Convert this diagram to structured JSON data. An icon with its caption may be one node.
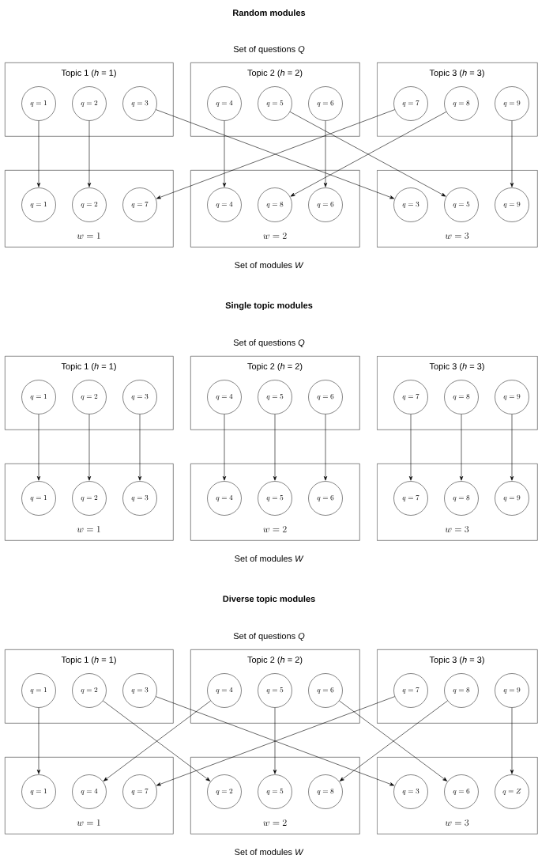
{
  "diagram": {
    "nodes": [
      {
        "text": [
          "Topic 1 (*h* = 1)"
        ]
      },
      {
        "text": [
          "q = 1"
        ],
        "in": 0
      },
      {
        "text": [
          "q = 2"
        ],
        "in": 0
      },
      {
        "text": [
          "q = 3"
        ],
        "in": 0
      },
      {
        "text": [
          "Topic 2 (*h* = 2)"
        ]
      },
      {
        "text": [
          "q = 4"
        ],
        "in": 4
      },
      {
        "text": [
          "q = 5"
        ],
        "in": 4
      },
      {
        "text": [
          "q = 6"
        ],
        "in": 4
      },
      {
        "text": [
          "Topic 3 (*h* = 3)"
        ]
      },
      {
        "text": [
          "q = 7"
        ],
        "in": 8
      },
      {
        "text": [
          "q = 8"
        ],
        "in": 8
      },
      {
        "text": [
          "q = 9"
        ],
        "in": 8
      },
      {
        "text": [
          "w = 1"
        ]
      },
      {
        "text": [
          "q = 1"
        ],
        "in": 12
      },
      {
        "text": [
          "q = 2"
        ],
        "in": 12
      },
      {
        "text": [
          "q = 7"
        ],
        "in": 12
      },
      {
        "text": [
          "w = 2"
        ]
      },
      {
        "text": [
          "q = 4"
        ],
        "in": 16
      },
      {
        "text": [
          "q = 8"
        ],
        "in": 16
      },
      {
        "text": [
          "q = 6"
        ],
        "in": 16
      },
      {
        "text": [
          "w = 3"
        ]
      },
      {
        "text": [
          "q = 3"
        ],
        "in": 20
      },
      {
        "text": [
          "q = 5"
        ],
        "in": 20
      },
      {
        "text": [
          "q = 9"
        ],
        "in": 20
      },
      {
        "text": [
          "Topic 1 (*h* = 1)"
        ]
      },
      {
        "text": [
          "q = 1"
        ],
        "in": 24
      },
      {
        "text": [
          "q = 2"
        ],
        "in": 24
      },
      {
        "text": [
          "q = 3"
        ],
        "in": 24
      },
      {
        "text": [
          "Topic 2 (*h* = 2)"
        ]
      },
      {
        "text": [
          "q = 4"
        ],
        "in": 28
      },
      {
        "text": [
          "q = 5"
        ],
        "in": 28
      },
      {
        "text": [
          "q = 6"
        ],
        "in": 28
      },
      {
        "text": [
          "Topic 3 (*h* = 3)"
        ]
      },
      {
        "text": [
          "q = 7"
        ],
        "in": 32
      },
      {
        "text": [
          "q = 8"
        ],
        "in": 32
      },
      {
        "text": [
          "q = 9"
        ],
        "in": 32
      },
      {
        "text": [
          "w = 1"
        ]
      },
      {
        "text": [
          "q = 1"
        ],
        "in": 36
      },
      {
        "text": [
          "q = 2"
        ],
        "in": 36
      },
      {
        "text": [
          "q = 3"
        ],
        "in": 36
      },
      {
        "text": [
          "w = 2"
        ]
      },
      {
        "text": [
          "q = 4"
        ],
        "in": 40
      },
      {
        "text": [
          "q = 5"
        ],
        "in": 40
      },
      {
        "text": [
          "q = 6"
        ],
        "in": 40
      },
      {
        "text": [
          "w = 3"
        ]
      },
      {
        "text": [
          "q = 7"
        ],
        "in": 44
      },
      {
        "text": [
          "q = 8"
        ],
        "in": 44
      },
      {
        "text": [
          "q = 9"
        ],
        "in": 44
      },
      {
        "text": [
          "Topic 1 (*h* = 1)"
        ]
      },
      {
        "text": [
          "q = 1"
        ],
        "in": 48
      },
      {
        "text": [
          "q = 2"
        ],
        "in": 48
      },
      {
        "text": [
          "q = 3"
        ],
        "in": 48
      },
      {
        "text": [
          "Topic 2 (*h* = 2)"
        ]
      },
      {
        "text": [
          "q = 4"
        ],
        "in": 52
      },
      {
        "text": [
          "q = 5"
        ],
        "in": 52
      },
      {
        "text": [
          "q = 6"
        ],
        "in": 52
      },
      {
        "text": [
          "Topic 3 (*h* = 3)"
        ]
      },
      {
        "text": [
          "q = 7"
        ],
        "in": 56
      },
      {
        "text": [
          "q = 8"
        ],
        "in": 56
      },
      {
        "text": [
          "q = 9"
        ],
        "in": 56
      },
      {
        "text": [
          "w = 1"
        ]
      },
      {
        "text": [
          "q = 1"
        ],
        "in": 60
      },
      {
        "text": [
          "q = 4"
        ],
        "in": 60
      },
      {
        "text": [
          "q = 7"
        ],
        "in": 60
      },
      {
        "text": [
          "w = 2"
        ]
      },
      {
        "text": [
          "q = 2"
        ],
        "in": 64
      },
      {
        "text": [
          "q = 5"
        ],
        "in": 64
      },
      {
        "text": [
          "q = 8"
        ],
        "in": 64
      },
      {
        "text": [
          "w = 3"
        ]
      },
      {
        "text": [
          "q = 3"
        ],
        "in": 68
      },
      {
        "text": [
          "q = 6"
        ],
        "in": 68
      },
      {
        "text": [
          "q = Z"
        ],
        "in": 68
      }
    ],
    "edges": [
      {
        "from": 1,
        "to": 13,
        "arrow": "to"
      },
      {
        "from": 2,
        "to": 14,
        "arrow": "to"
      },
      {
        "from": 3,
        "to": 21,
        "arrow": "to"
      },
      {
        "from": 5,
        "to": 17,
        "arrow": "to"
      },
      {
        "from": 6,
        "to": 22,
        "arrow": "to"
      },
      {
        "from": 7,
        "to": 19,
        "arrow": "to"
      },
      {
        "from": 9,
        "to": 15,
        "arrow": "to"
      },
      {
        "from": 10,
        "to": 18,
        "arrow": "to"
      },
      {
        "from": 11,
        "to": 23,
        "arrow": "to"
      },
      {
        "from": 25,
        "to": 37,
        "arrow": "to"
      },
      {
        "from": 26,
        "to": 38,
        "arrow": "to"
      },
      {
        "from": 27,
        "to": 39,
        "arrow": "to"
      },
      {
        "from": 29,
        "to": 41,
        "arrow": "to"
      },
      {
        "from": 30,
        "to": 42,
        "arrow": "to"
      },
      {
        "from": 31,
        "to": 43,
        "arrow": "to"
      },
      {
        "from": 33,
        "to": 45,
        "arrow": "to"
      },
      {
        "from": 34,
        "to": 46,
        "arrow": "to"
      },
      {
        "from": 35,
        "to": 47,
        "arrow": "to"
      },
      {
        "from": 49,
        "to": 61,
        "arrow": "to"
      },
      {
        "from": 50,
        "to": 65,
        "arrow": "to"
      },
      {
        "from": 51,
        "to": 69,
        "arrow": "to"
      },
      {
        "from": 53,
        "to": 62,
        "arrow": "to"
      },
      {
        "from": 54,
        "to": 66,
        "arrow": "to"
      },
      {
        "from": 55,
        "to": 70,
        "arrow": "to"
      },
      {
        "from": 57,
        "to": 63,
        "arrow": "to"
      },
      {
        "from": 58,
        "to": 67,
        "arrow": "to"
      },
      {
        "from": 59,
        "to": 71,
        "arrow": "to"
      }
    ],
    "labels": [
      "Random modules",
      "Set of questions *Q*",
      "Set of modules *W*",
      "Single topic modules",
      "Set of questions *Q*",
      "Set of modules *W*",
      "Diverse topic modules",
      "Set of questions *Q*",
      "Set of modules *W*"
    ]
  }
}
